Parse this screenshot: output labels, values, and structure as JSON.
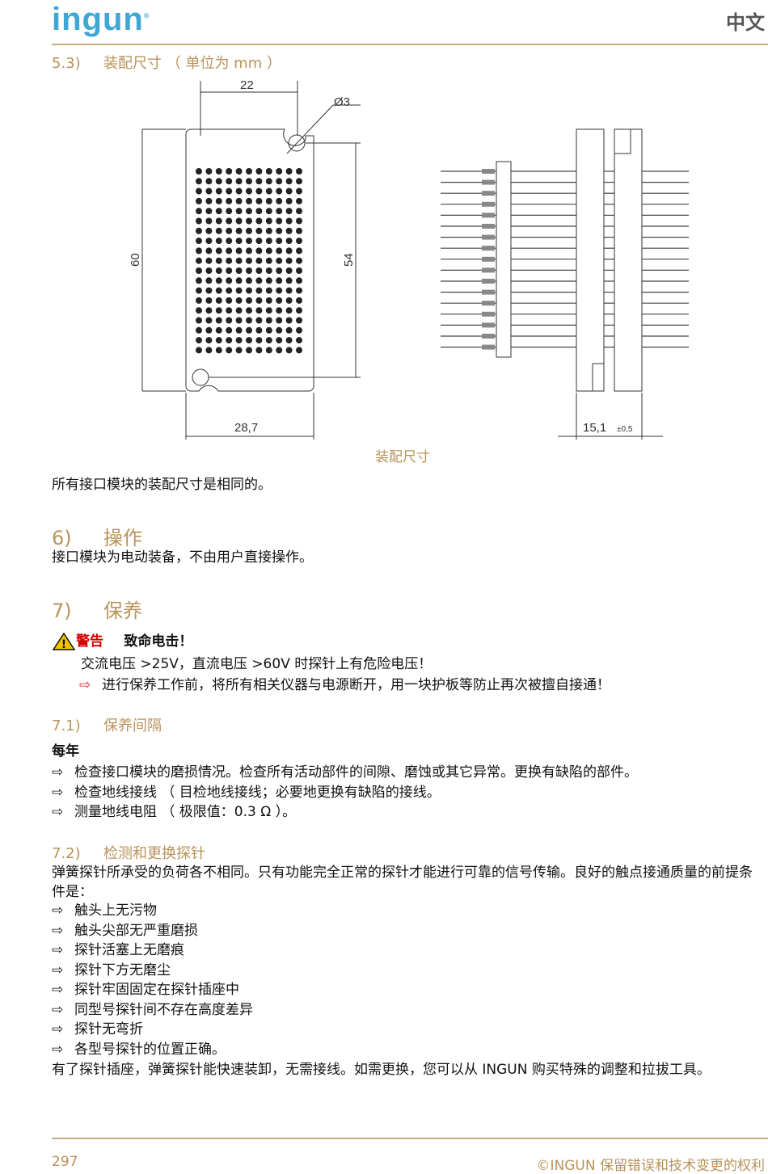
{
  "header": {
    "logo": "ingun",
    "logo_mark": "®",
    "language": "中文"
  },
  "section_5_3": {
    "number": "5.3)",
    "title": "装配尺寸 （ 单位为 mm ）"
  },
  "drawing": {
    "front_width": "22",
    "hole_dia": "Ø3",
    "height_total": "60",
    "height_inner": "54",
    "width_base": "28,7",
    "side_depth": "15,1",
    "side_tol": "±0,5",
    "caption": "装配尺寸"
  },
  "text_same": "所有接口模块的装配尺寸是相同的。",
  "section_6": {
    "number": "6)",
    "title": "操作",
    "body": "接口模块为电动装备，不由用户直接操作。"
  },
  "section_7": {
    "number": "7)",
    "title": "保养"
  },
  "warning": {
    "label": "警告",
    "headline": "致命电击！",
    "line1": "交流电压 >25V，直流电压 >60V 时探针上有危险电压！",
    "instruction": "进行保养工作前，将所有相关仪器与电源断开，用一块护板等防止再次被擅自接通！"
  },
  "section_7_1": {
    "number": "7.1)",
    "title": "保养间隔",
    "subhead": "每年",
    "items": [
      "检查接口模块的磨损情况。检查所有活动部件的间隙、磨蚀或其它异常。更换有缺陷的部件。",
      "检查地线接线 （ 目检地线接线；必要地更换有缺陷的接线。",
      "测量地线电阻 （ 极限值：0.3 Ω ）。"
    ]
  },
  "section_7_2": {
    "number": "7.2)",
    "title": "检测和更换探针",
    "intro": "弹簧探针所承受的负荷各不相同。只有功能完全正常的探针才能进行可靠的信号传输。良好的触点接通质量的前提条件是：",
    "items": [
      "触头上无污物",
      "触头尖部无严重磨损",
      "探针活塞上无磨痕",
      "探针下方无磨尘",
      "探针牢固固定在探针插座中",
      "同型号探针间不存在高度差异",
      "探针无弯折",
      "各型号探针的位置正确。"
    ],
    "outro": "有了探针插座，弹簧探针能快速装卸，无需接线。如需更换，您可以从 INGUN 购买特殊的调整和拉拔工具。"
  },
  "footer": {
    "page": "297",
    "copyright": "©INGUN 保留错误和技术变更的权利"
  }
}
